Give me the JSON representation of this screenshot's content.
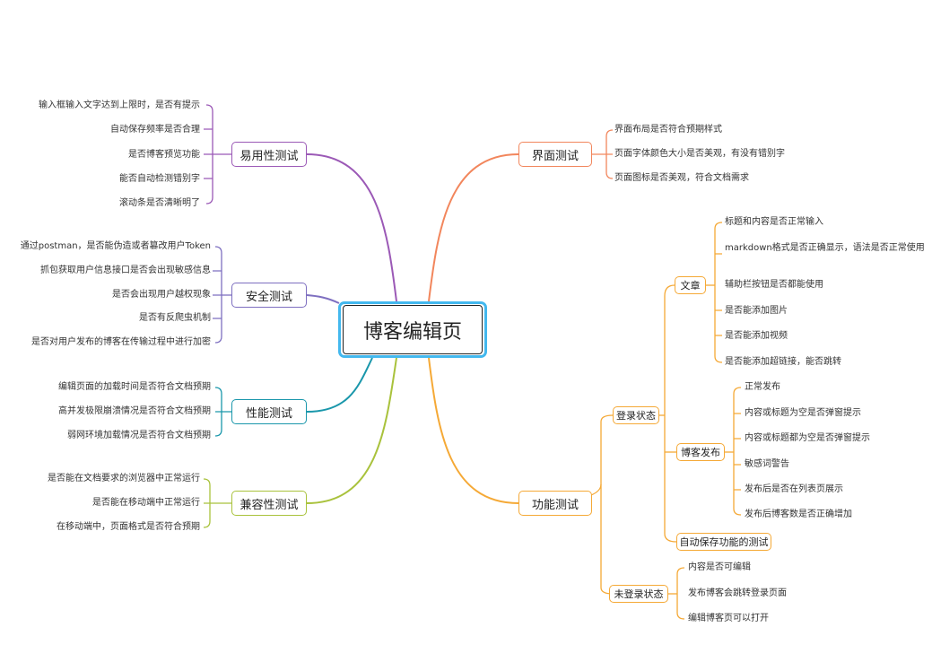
{
  "root": "博客编辑页",
  "colors": {
    "root_border": "#43b8ee",
    "usability": "#9b59b6",
    "security": "#7e6fc0",
    "performance": "#1a97ab",
    "compatibility": "#a9c23c",
    "ui": "#f2865c",
    "function": "#f5a936"
  },
  "usability": {
    "title": "易用性测试",
    "items": [
      "输入框输入文字达到上限时，是否有提示",
      "自动保存频率是否合理",
      "是否博客预览功能",
      "能否自动检测错别字",
      "滚动条是否清晰明了"
    ]
  },
  "security": {
    "title": "安全测试",
    "items": [
      "通过postman，是否能伪造或者篡改用户Token",
      "抓包获取用户信息接口是否会出现敏感信息",
      "是否会出现用户越权现象",
      "是否有反爬虫机制",
      "是否对用户发布的博客在传输过程中进行加密"
    ]
  },
  "performance": {
    "title": "性能测试",
    "items": [
      "编辑页面的加载时间是否符合文档预期",
      "高并发极限崩溃情况是否符合文档预期",
      "弱网环境加载情况是否符合文档预期"
    ]
  },
  "compatibility": {
    "title": "兼容性测试",
    "items": [
      "是否能在文档要求的浏览器中正常运行",
      "是否能在移动端中正常运行",
      "在移动端中，页面格式是否符合预期"
    ]
  },
  "ui": {
    "title": "界面测试",
    "items": [
      "界面布局是否符合预期样式",
      "页面字体颜色大小是否美观，有没有错别字",
      "页面图标是否美观，符合文档需求"
    ]
  },
  "function": {
    "title": "功能测试",
    "logged_in": {
      "title": "登录状态",
      "article": {
        "title": "文章",
        "items": [
          "标题和内容是否正常输入",
          "markdown格式是否正确显示，语法是否正常使用",
          "辅助栏按钮是否都能使用",
          "是否能添加图片",
          "是否能添加视频",
          "是否能添加超链接，能否跳转"
        ]
      },
      "publish": {
        "title": "博客发布",
        "items": [
          "正常发布",
          "内容或标题为空是否弹窗提示",
          "内容或标题都为空是否弹窗提示",
          "敏感词警告",
          "发布后是否在列表页展示",
          "发布后博客数是否正确增加"
        ]
      },
      "autosave": "自动保存功能的测试"
    },
    "logged_out": {
      "title": "未登录状态",
      "items": [
        "内容是否可编辑",
        "发布博客会跳转登录页面",
        "编辑博客页可以打开"
      ]
    }
  }
}
